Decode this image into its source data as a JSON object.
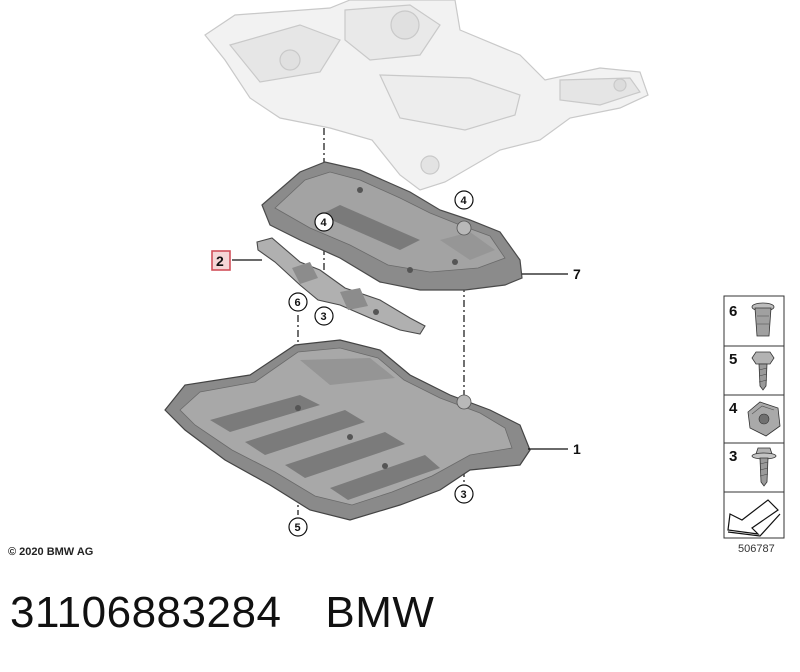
{
  "diagram": {
    "copyright": "© 2020 BMW AG",
    "reference_number": "506787",
    "highlighted_part": "2",
    "callouts": [
      {
        "id": "7",
        "label": "7"
      },
      {
        "id": "2",
        "label": "2"
      },
      {
        "id": "1",
        "label": "1"
      }
    ],
    "circled_labels": [
      "4",
      "4",
      "6",
      "3",
      "3",
      "5"
    ],
    "legend": [
      {
        "number": "6",
        "icon": "rivet-nut-icon"
      },
      {
        "number": "5",
        "icon": "hex-screw-icon"
      },
      {
        "number": "4",
        "icon": "clip-nut-icon"
      },
      {
        "number": "3",
        "icon": "collar-screw-icon"
      }
    ]
  },
  "caption": {
    "part_number": "31106883284",
    "brand": "BMW"
  }
}
